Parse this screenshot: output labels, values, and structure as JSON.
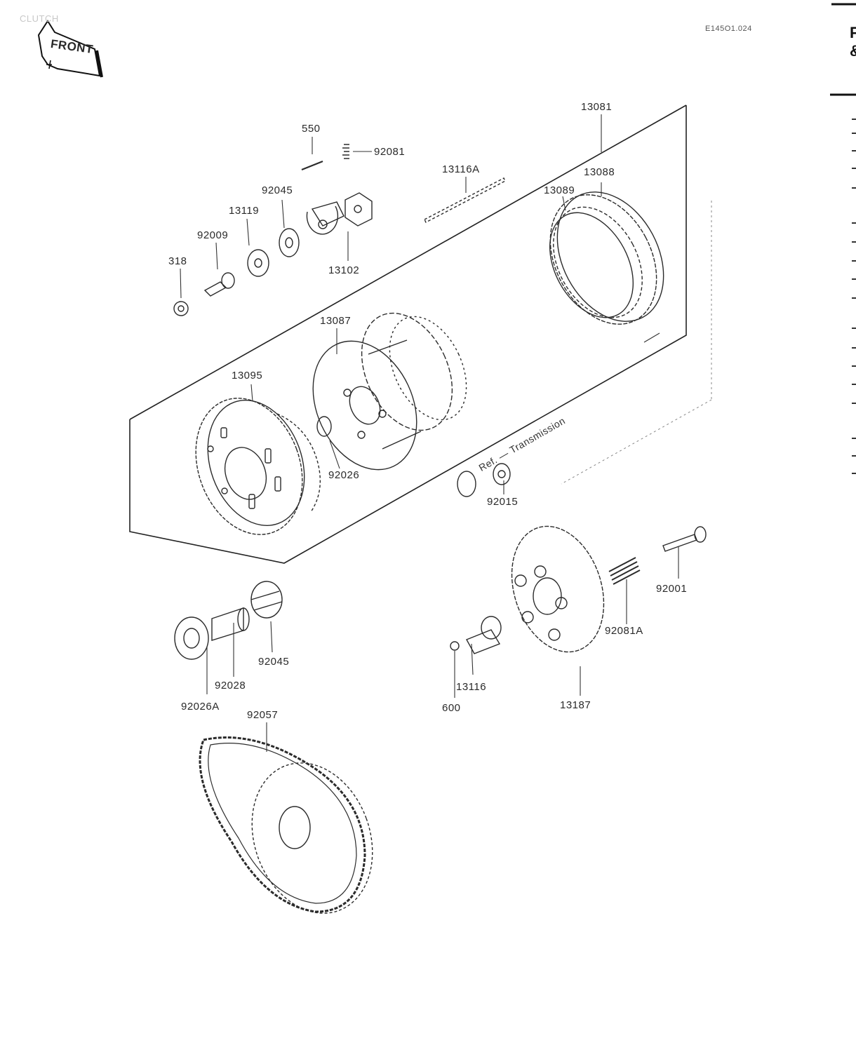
{
  "header": {
    "section_title": "CLUTCH",
    "front_arrow": "FRONT",
    "plate_code": "E145O1.024",
    "edge_chars": [
      "F",
      "&"
    ]
  },
  "reference": {
    "text": "Ref. — Transmission"
  },
  "parts": [
    {
      "id": "p550",
      "label": "550"
    },
    {
      "id": "p92081",
      "label": "92081"
    },
    {
      "id": "p13116a",
      "label": "13116A"
    },
    {
      "id": "p13081",
      "label": "13081"
    },
    {
      "id": "p13088",
      "label": "13088"
    },
    {
      "id": "p13089",
      "label": "13089"
    },
    {
      "id": "p92045top",
      "label": "92045"
    },
    {
      "id": "p13119",
      "label": "13119"
    },
    {
      "id": "p92009",
      "label": "92009"
    },
    {
      "id": "p318",
      "label": "318"
    },
    {
      "id": "p13102",
      "label": "13102"
    },
    {
      "id": "p13087",
      "label": "13087"
    },
    {
      "id": "p13095",
      "label": "13095"
    },
    {
      "id": "p92026",
      "label": "92026"
    },
    {
      "id": "p92015",
      "label": "92015"
    },
    {
      "id": "p92001",
      "label": "92001"
    },
    {
      "id": "p92081a",
      "label": "92081A"
    },
    {
      "id": "p92045bot",
      "label": "92045"
    },
    {
      "id": "p92028",
      "label": "92028"
    },
    {
      "id": "p92026a",
      "label": "92026A"
    },
    {
      "id": "p13116",
      "label": "13116"
    },
    {
      "id": "p600",
      "label": "600"
    },
    {
      "id": "p13187",
      "label": "13187"
    },
    {
      "id": "p92057",
      "label": "92057"
    }
  ]
}
